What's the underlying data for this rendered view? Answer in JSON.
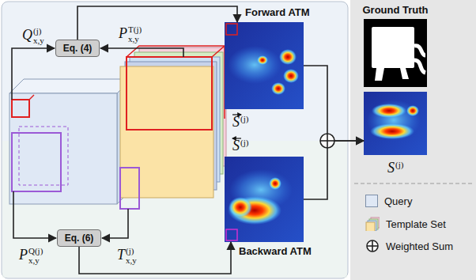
{
  "diagram": {
    "nodes": [
      {
        "text": [
          "Eq. (4)"
        ]
      },
      {
        "text": [
          "Eq. (6)"
        ]
      },
      {
        "text": [
          "Forward ATM",
          "S",
          "(j)"
        ]
      },
      {
        "text": [
          "Backward ATM",
          "S",
          "(j)"
        ]
      },
      {
        "text": [
          "Ground Truth"
        ]
      },
      {
        "text": [
          "S",
          "(j)"
        ]
      }
    ],
    "edges": [
      {
        "from": 0,
        "to": 2,
        "arrow": "to"
      },
      {
        "from": 1,
        "to": 3,
        "arrow": "to"
      },
      {
        "from": 2,
        "to": 5,
        "arrow": "to"
      },
      {
        "from": 3,
        "to": 5,
        "arrow": "to"
      }
    ],
    "labels": [
      "Q",
      "(j)",
      "x,y",
      "P",
      "T(j)",
      "x,y",
      "P",
      "Q(j)",
      "x,y",
      "T",
      "(j)",
      "x,y"
    ],
    "legend": [
      {
        "text": "Query",
        "color": "#dfe8f5"
      },
      {
        "text": "Template Set"
      },
      {
        "text": "Weighted Sum"
      }
    ]
  }
}
